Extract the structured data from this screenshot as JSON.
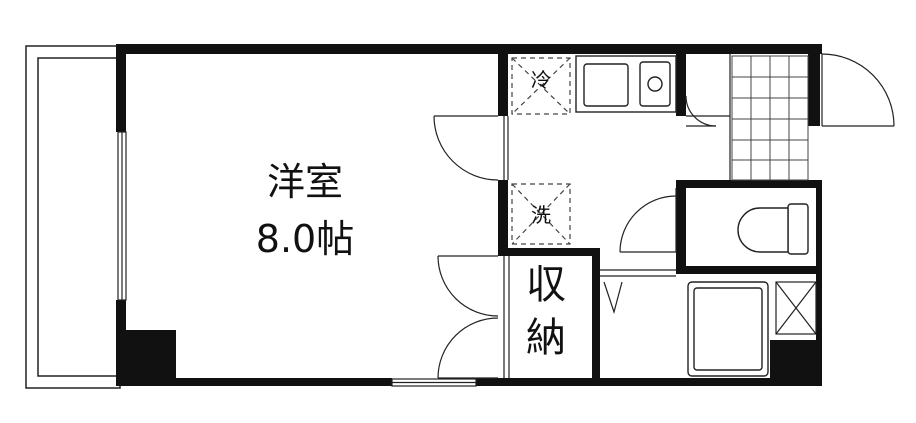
{
  "floor_plan": {
    "main_room": {
      "name": "洋室",
      "size": "8.0帖"
    },
    "storage": {
      "label_top": "収",
      "label_bottom": "納"
    },
    "fridge_space": {
      "label": "冷"
    },
    "washer_space": {
      "label": "洗"
    }
  },
  "colors": {
    "wall": "#111111",
    "line": "#222222",
    "background": "#ffffff"
  }
}
